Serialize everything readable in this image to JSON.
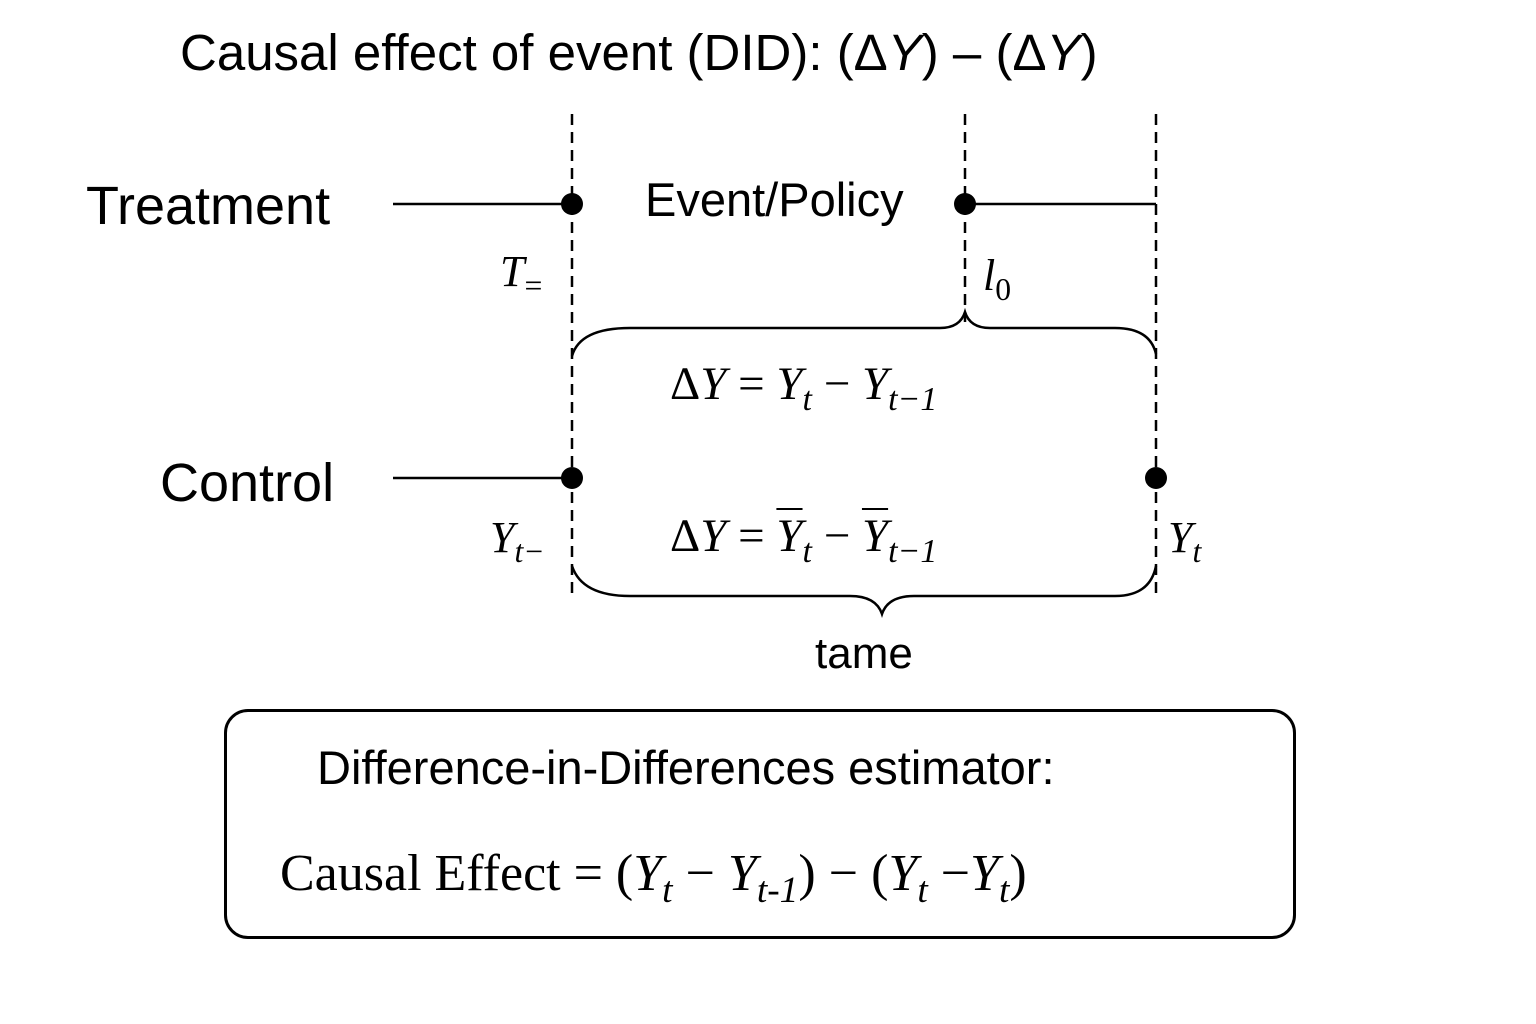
{
  "title": {
    "text": "Causal effect of event (DID): ",
    "open1": "(",
    "delta1": "Δ",
    "y1": "Y",
    "close1": ")",
    "minus": " – ",
    "open2": "(",
    "delta2": "Δ",
    "y2": "Y",
    "close2": ")"
  },
  "rows": {
    "treatment_label": "Treatment",
    "control_label": "Control"
  },
  "event_label": "Event/Policy",
  "markers": {
    "t_pre": {
      "base": "T",
      "sub": "="
    },
    "t_zero": {
      "base": "l",
      "sub": "0"
    },
    "y_pre": {
      "base": "Y",
      "sub": "t−"
    },
    "y_post": {
      "base": "Y",
      "sub": "t"
    }
  },
  "treatment_formula": {
    "lhs_delta": "Δ",
    "lhs_y": "Y",
    "eq": " = ",
    "y1": "Y",
    "y1_sub": "t",
    "minus": " − ",
    "y2": "Y",
    "y2_sub": "t−1"
  },
  "control_formula": {
    "lhs_delta": "Δ",
    "lhs_y": "Y",
    "eq": " = ",
    "y1": "Y",
    "y1_sub": "t",
    "minus": " − ",
    "y2": "Y",
    "y2_sub": "t−1"
  },
  "time_label": "tame",
  "estimator": {
    "heading": "Difference-in-Differences estimator:",
    "lhs": "Causal Effect",
    "eq": " = ",
    "p1_open": "(",
    "a": "Y",
    "a_sub": "t",
    "m1": " − ",
    "b": "Y",
    "b_sub": "t-1",
    "p1_close": ")",
    "m2": " − ",
    "p2_open": "(",
    "c": "Y",
    "c_sub": "t",
    "m3": " −",
    "d": "Y",
    "d_sub": "t",
    "p2_close": ")"
  },
  "colors": {
    "ink": "#000000",
    "background": "#ffffff"
  }
}
